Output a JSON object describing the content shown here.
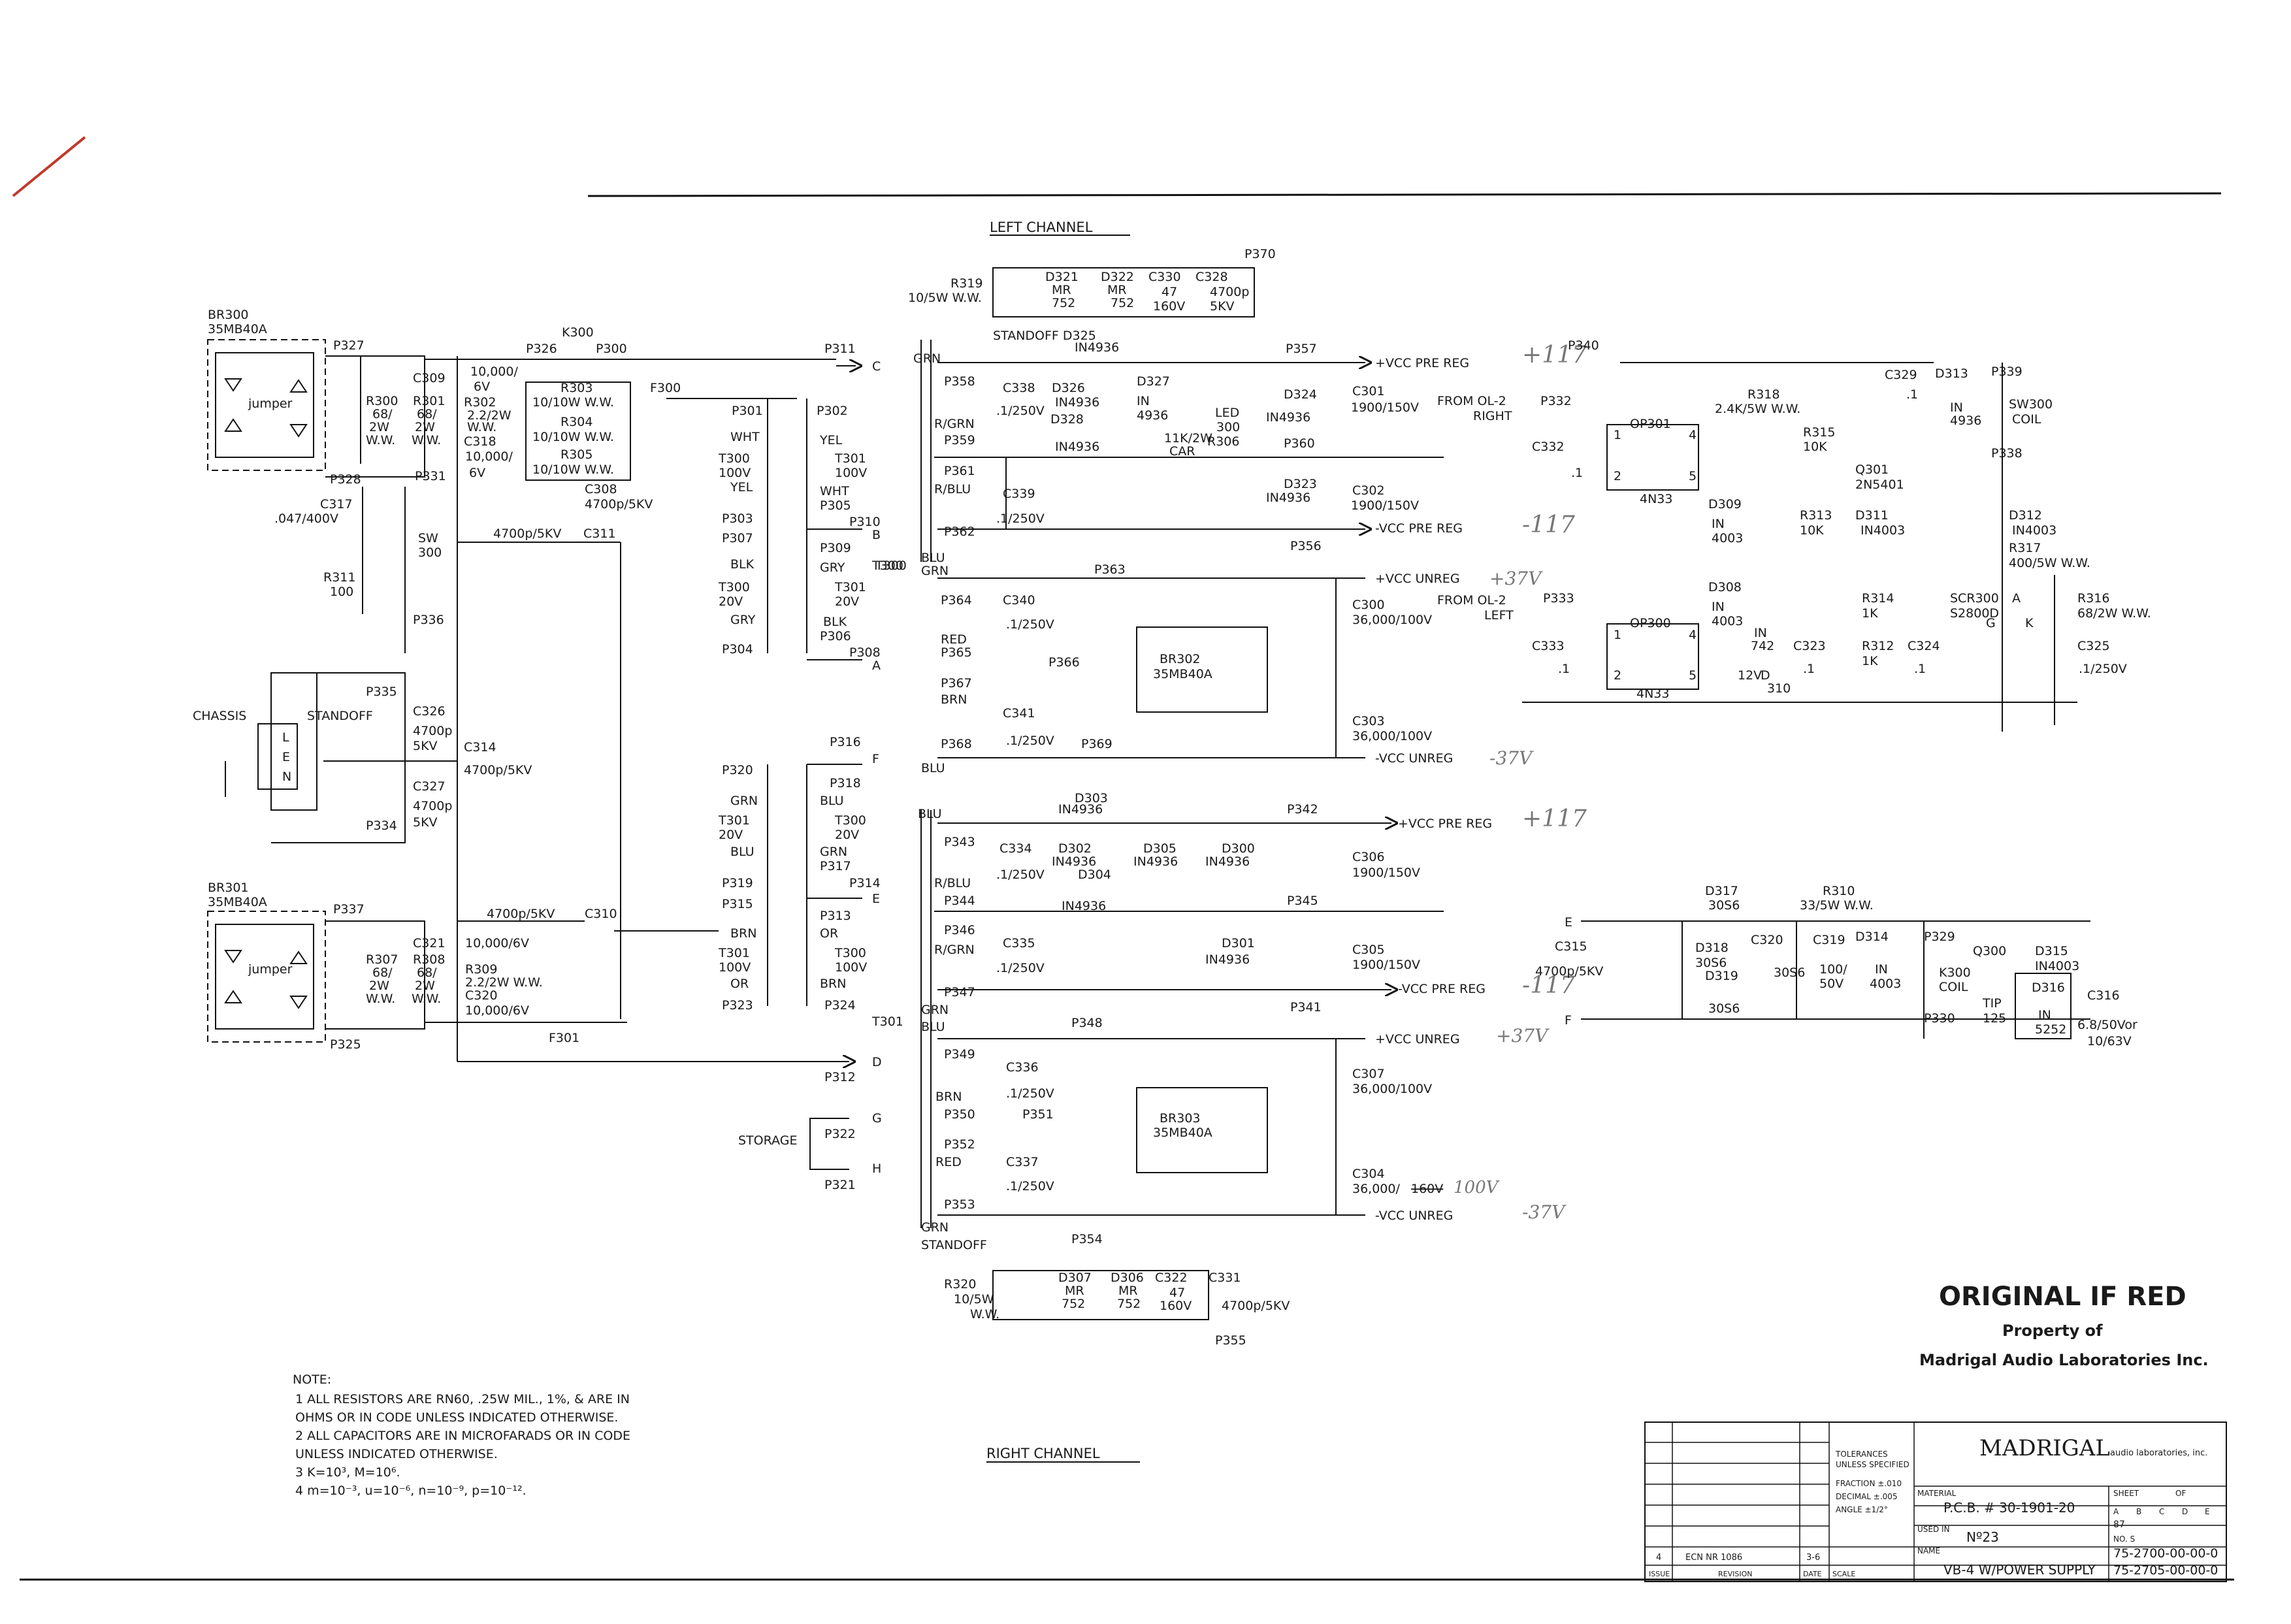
{
  "titles": {
    "left_channel": "LEFT CHANNEL",
    "right_channel": "RIGHT CHANNEL"
  },
  "rails": {
    "vcc_pre_reg_pos": "+VCC PRE REG",
    "vcc_pre_reg_neg": "-VCC PRE REG",
    "vcc_unreg_pos": "+VCC UNREG",
    "vcc_unreg_neg": "-VCC UNREG"
  },
  "handwritten": {
    "p117": "+117",
    "n117": "-117",
    "p37": "+37V",
    "n37": "-37V",
    "v100": "100V"
  },
  "bridges": {
    "br300": [
      "BR300",
      "35MB40A"
    ],
    "br301": [
      "BR301",
      "35MB40A"
    ],
    "br302": [
      "BR302",
      "35MB40A"
    ],
    "br303": [
      "BR303",
      "35MB40A"
    ],
    "jumper": "jumper"
  },
  "left_front": {
    "r300": [
      "R300",
      "68/",
      "2W",
      "W.W."
    ],
    "r301": [
      "R301",
      "68/",
      "2W",
      "W.W."
    ],
    "c309": "C309",
    "c309_val": [
      "10,000/",
      "6V"
    ],
    "r302": [
      "R302",
      "2.2/2W",
      "W.W."
    ],
    "c318": [
      "C318",
      "10,000/",
      "6V"
    ],
    "k300": "K300",
    "p326": "P326",
    "p300": "P300",
    "r303": "R303",
    "r304": "R304",
    "r305": "R305",
    "r_val": "10/10W W.W.",
    "c308": "C308",
    "c308_val": "4700p/5KV",
    "f300": "F300",
    "p311": "P311",
    "p327": "P327",
    "p328": "P328",
    "p331": "P331",
    "c317": [
      "C317",
      ".047/400V"
    ],
    "sw300": [
      "SW",
      "300"
    ],
    "r311": [
      "R311",
      "100"
    ],
    "p336": "P336",
    "c311": "C311",
    "c311_val": "4700p/5KV"
  },
  "chassis": {
    "chassis": "CHASSIS",
    "standoff": "STANDOFF",
    "p335": "P335",
    "c326": [
      "C326",
      "4700p",
      "5KV"
    ],
    "c314": "C314",
    "c314_val": "4700p/5KV",
    "c327": [
      "C327",
      "4700p",
      "5KV"
    ],
    "p334": "P334",
    "plug": [
      "L",
      "E",
      "N"
    ]
  },
  "right_front": {
    "p337": "P337",
    "p325": "P325",
    "r307": [
      "R307",
      "68/",
      "2W",
      "W.W."
    ],
    "r308": [
      "R308",
      "68/",
      "2W",
      "W.W."
    ],
    "c321": "C321",
    "c321_val": "10,000/6V",
    "r309": [
      "R309",
      "2.2/2W W.W."
    ],
    "c320": [
      "C320",
      "10,000/6V"
    ],
    "c310": "C310",
    "c310_val": "4700p/5KV",
    "f301": "F301",
    "p312": "P312",
    "storage": "STORAGE",
    "p322": "P322",
    "p321": "P321"
  },
  "transformer_left": {
    "p301": "P301",
    "p302": "P302",
    "wht": "WHT",
    "yel": "YEL",
    "t300": [
      "T300",
      "100V"
    ],
    "t301": [
      "T301",
      "100V"
    ],
    "yel2": "YEL",
    "wht2": "WHT",
    "p303": "P303",
    "p305": "P305",
    "p310": "P310",
    "p307": "P307",
    "p309": "P309",
    "blk": "BLK",
    "gry": "GRY",
    "t300b": [
      "T300",
      "20V"
    ],
    "t301b": [
      "T301",
      "20V"
    ],
    "gry2": "GRY",
    "blk2": "BLK",
    "p304": "P304",
    "p306": "P306",
    "p308": "P308",
    "t300_label": "T300"
  },
  "transformer_right": {
    "p320": "P320",
    "p316": "P316",
    "p318": "P318",
    "grn": "GRN",
    "blu": "BLU",
    "t301": [
      "T301",
      "20V"
    ],
    "t300": [
      "T300",
      "20V"
    ],
    "blu2": "BLU",
    "grn2": "GRN",
    "p317": "P317",
    "p319": "P319",
    "p315": "P315",
    "p314": "P314",
    "p313": "P313",
    "brn": "BRN",
    "or": "OR",
    "t301b": [
      "T301",
      "100V"
    ],
    "t300b": [
      "T300",
      "100V"
    ],
    "or2": "OR",
    "brn2": "BRN",
    "p323": "P323",
    "p324": "P324",
    "t301_label": "T301"
  },
  "net_letters": {
    "c": "C",
    "b": "B",
    "a": "A",
    "f": "F",
    "e": "E",
    "d": "D",
    "g": "G",
    "h": "H"
  },
  "left_reg": {
    "p370": "P370",
    "r319": [
      "R319",
      "10/5W W.W."
    ],
    "d321": [
      "D321",
      "MR",
      "752"
    ],
    "d322": [
      "D322",
      "MR",
      "752"
    ],
    "c330": [
      "C330",
      "47",
      "160V"
    ],
    "c328": [
      "C328",
      "4700p",
      "5KV"
    ],
    "standoff_d325": "STANDOFF D325",
    "in4936": "IN4936",
    "grn": "GRN",
    "p357": "P357",
    "p358": "P358",
    "c338": [
      "C338",
      ".1/250V"
    ],
    "d326": [
      "D326",
      "IN4936"
    ],
    "d327": [
      "D327",
      "IN",
      "4936"
    ],
    "d328": [
      "D328",
      "IN4936"
    ],
    "led": [
      "LED",
      "300"
    ],
    "r306": [
      "11K/2W",
      "CAR",
      "R306"
    ],
    "d324": [
      "D324",
      "IN4936"
    ],
    "c301": [
      "C301",
      "1900/150V"
    ],
    "p360": "P360",
    "rgrn": "R/GRN",
    "p359": "P359",
    "p361": "P361",
    "rblu": "R/BLU",
    "c339": [
      "C339",
      ".1/250V"
    ],
    "d323": [
      "D323",
      "IN4936"
    ],
    "c302": [
      "C302",
      "1900/150V"
    ],
    "p362": "P362",
    "p356": "P356",
    "blu": "BLU",
    "grn2": "GRN",
    "p363": "P363",
    "p364": "P364",
    "c340": [
      "C340",
      ".1/250V"
    ],
    "red": "RED",
    "p365": "P365",
    "p366": "P366",
    "p367": "P367",
    "brn": "BRN",
    "c341": [
      "C341",
      ".1/250V"
    ],
    "p368": "P368",
    "p369": "P369",
    "blu2": "BLU",
    "c300": [
      "C300",
      "36,000/100V"
    ],
    "c303": [
      "C303",
      "36,000/100V"
    ]
  },
  "right_reg": {
    "blu": "BLU",
    "d303": [
      "D303",
      "IN4936"
    ],
    "p342": "P342",
    "p343": "P343",
    "c334": [
      "C334",
      ".1/250V"
    ],
    "d302": [
      "D302",
      "IN4936"
    ],
    "d305": [
      "D305",
      "IN4936"
    ],
    "d300": [
      "D300",
      "IN4936"
    ],
    "d304": [
      "D304",
      "IN4936"
    ],
    "c306": [
      "C306",
      "1900/150V"
    ],
    "rblu": "R/BLU",
    "p344": "P344",
    "p345": "P345",
    "p346": "P346",
    "rgrn": "R/GRN",
    "c335": [
      "C335",
      ".1/250V"
    ],
    "d301": [
      "D301",
      "IN4936"
    ],
    "c305": [
      "C305",
      "1900/150V"
    ],
    "p347": "P347",
    "p341": "P341",
    "grn": "GRN",
    "blu2": "BLU",
    "p348": "P348",
    "p349": "P349",
    "c336": [
      "C336",
      ".1/250V"
    ],
    "brn": "BRN",
    "p350": "P350",
    "p351": "P351",
    "p352": "P352",
    "red": "RED",
    "c337": [
      "C337",
      ".1/250V"
    ],
    "p353": "P353",
    "p354": "P354",
    "grn2": "GRN",
    "standoff": "STANDOFF",
    "c307": [
      "C307",
      "36,000/100V"
    ],
    "c304": [
      "C304",
      "36,000/",
      "160V",
      "100V"
    ],
    "r320": [
      "R320",
      "10/5W",
      "W.W."
    ],
    "d307": [
      "D307",
      "MR",
      "752"
    ],
    "d306": [
      "D306",
      "MR",
      "752"
    ],
    "c322": [
      "C322",
      "47",
      "160V"
    ],
    "c331": [
      "C331",
      "4700p/5KV"
    ],
    "p355": "P355"
  },
  "protect": {
    "p340": "P340",
    "from_ol2_right": [
      "FROM OL-2",
      "RIGHT"
    ],
    "p332": "P332",
    "c332": [
      "C332",
      ".1"
    ],
    "op301": "OP301",
    "pins": [
      "1",
      "2",
      "4",
      "5"
    ],
    "n4n33": "4N33",
    "r318": [
      "R318",
      "2.4K/5W W.W."
    ],
    "c329": [
      "C329",
      ".1"
    ],
    "d313": [
      "D313",
      "IN",
      "4936"
    ],
    "p339": "P339",
    "sw300": [
      "SW300",
      "COIL"
    ],
    "p338": "P338",
    "r315": [
      "R315",
      "10K"
    ],
    "q301": [
      "Q301",
      "2N5401"
    ],
    "d309": [
      "D309",
      "IN",
      "4003"
    ],
    "r313": [
      "R313",
      "10K"
    ],
    "d311": [
      "D311",
      "IN4003"
    ],
    "d312": [
      "D312",
      "IN4003"
    ],
    "r317": [
      "R317",
      "400/5W W.W."
    ],
    "from_ol2_left": [
      "FROM OL-2",
      "LEFT"
    ],
    "p333": "P333",
    "c333": [
      "C333",
      ".1"
    ],
    "op300": "OP300",
    "d308": [
      "D308",
      "IN",
      "4003"
    ],
    "d310": [
      "IN",
      "742",
      "12V",
      "D",
      "310"
    ],
    "c323": [
      "C323",
      ".1"
    ],
    "r314": [
      "R314",
      "1K"
    ],
    "r312": [
      "R312",
      "1K"
    ],
    "c324": [
      "C324",
      ".1"
    ],
    "scr300": [
      "SCR300",
      "S2800D"
    ],
    "scr_pins": [
      "A",
      "G",
      "K"
    ],
    "r316": [
      "R316",
      "68/2W W.W."
    ],
    "c325": [
      "C325",
      ".1/250V"
    ]
  },
  "relay": {
    "e": "E",
    "f": "F",
    "c315": [
      "C315",
      "4700p/5KV"
    ],
    "d317": [
      "D317",
      "30S6"
    ],
    "d318": [
      "D318",
      "30S6"
    ],
    "d319": [
      "D319",
      "30S6"
    ],
    "c320": "C320",
    "r310": [
      "R310",
      "33/5W W.W."
    ],
    "c319": [
      "C319",
      "100/",
      "50V"
    ],
    "d314": [
      "D314",
      "IN",
      "4003"
    ],
    "p329": "P329",
    "k300": [
      "K300",
      "COIL"
    ],
    "p330": "P330",
    "q300": [
      "Q300",
      "TIP",
      "125"
    ],
    "d315": [
      "D315",
      "IN4003"
    ],
    "d316": [
      "D316",
      "IN",
      "5252"
    ],
    "c316": [
      "C316",
      "6.8/50Vor",
      "10/63V"
    ],
    "s30s6": "30S6"
  },
  "notes": {
    "heading": "NOTE:",
    "lines": [
      "1  ALL RESISTORS ARE RN60, .25W MIL., 1%, & ARE IN",
      "   OHMS OR IN CODE UNLESS INDICATED OTHERWISE.",
      "2  ALL CAPACITORS ARE IN MICROFARADS OR IN CODE",
      "   UNLESS INDICATED OTHERWISE.",
      "3  K=10³, M=10⁶.",
      "4  m=10⁻³, u=10⁻⁶, n=10⁻⁹, p=10⁻¹²."
    ]
  },
  "stamp": {
    "line1": "ORIGINAL IF RED",
    "line2": "Property of",
    "line3": "Madrigal Audio Laboratories Inc."
  },
  "titleblock": {
    "company": "MADRIGAL",
    "company_sub": "audio laboratories, inc.",
    "tolerances": [
      "TOLERANCES",
      "UNLESS SPECIFIED",
      "FRACTION ±.010",
      "DECIMAL ±.005",
      "ANGLE ±1/2°"
    ],
    "material": "MATERIAL",
    "pcb": "P.C.B. # 30-1901-20",
    "used_in": "USED IN",
    "nf23": "Nº23",
    "name": "NAME",
    "title": "VB-4 W/POWER SUPPLY",
    "sheet": "SHEET",
    "of": "OF",
    "numbers": [
      "75-2700-00-00-0",
      "75-2705-00-00-0"
    ],
    "revision_row": [
      "4",
      "ECN NR 1086",
      "3-6",
      ""
    ],
    "footer": [
      "ISSUE",
      "REVISION",
      "DATE",
      "SCALE"
    ],
    "letters": [
      "A",
      "B",
      "C",
      "D",
      "E"
    ],
    "rev": "87",
    "no": "NO. S"
  }
}
